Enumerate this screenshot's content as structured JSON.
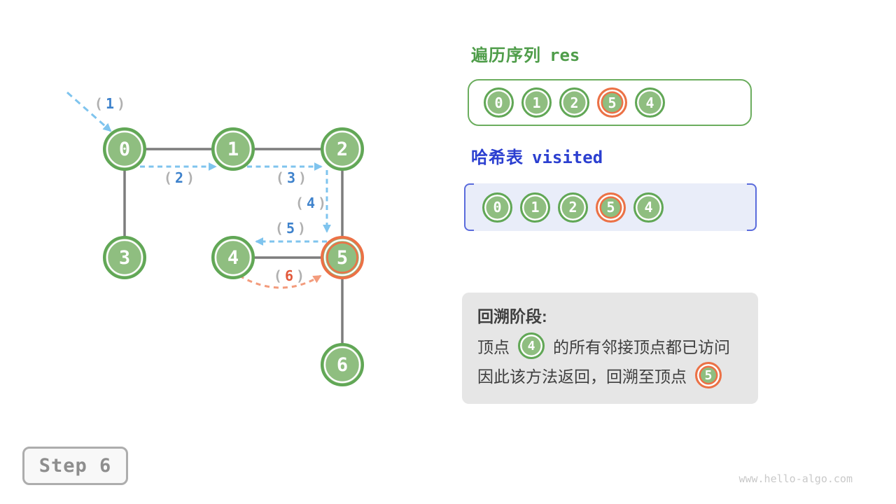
{
  "labels": {
    "open": "(",
    "close": ")"
  },
  "graph": {
    "nodes": [
      {
        "label": "0"
      },
      {
        "label": "1"
      },
      {
        "label": "2"
      },
      {
        "label": "3"
      },
      {
        "label": "4"
      },
      {
        "label": "5"
      },
      {
        "label": "6"
      }
    ],
    "steps": [
      {
        "num": "1"
      },
      {
        "num": "2"
      },
      {
        "num": "3"
      },
      {
        "num": "4"
      },
      {
        "num": "5"
      },
      {
        "num": "6"
      }
    ]
  },
  "res_panel": {
    "title": "遍历序列",
    "code": "res",
    "items": [
      {
        "v": "0"
      },
      {
        "v": "1"
      },
      {
        "v": "2"
      },
      {
        "v": "5"
      },
      {
        "v": "4"
      }
    ]
  },
  "visited_panel": {
    "title": "哈希表",
    "code": "visited",
    "items": [
      {
        "v": "0"
      },
      {
        "v": "1"
      },
      {
        "v": "2"
      },
      {
        "v": "5"
      },
      {
        "v": "4"
      }
    ]
  },
  "info_box": {
    "title": "回溯阶段:",
    "line2_before": "顶点",
    "line2_node": "4",
    "line2_after": "的所有邻接顶点都已访问",
    "line3_before": "因此该方法返回，回溯至顶点",
    "line3_node": "5"
  },
  "step_badge": {
    "label": "Step 6"
  },
  "watermark": "www.hello-algo.com",
  "colors": {
    "node_fill": "#8fbe80",
    "node_border": "#61a756",
    "highlight_orange": "#ec7146",
    "arrow_blue": "#7fc4ee",
    "arrow_orange": "#f39c7d",
    "digit_blue": "#3e82cc",
    "digit_orange": "#e2593b",
    "title_green": "#4f9d4a",
    "title_blue": "#2b3fd0",
    "edge_gray": "#7d7d7d"
  }
}
